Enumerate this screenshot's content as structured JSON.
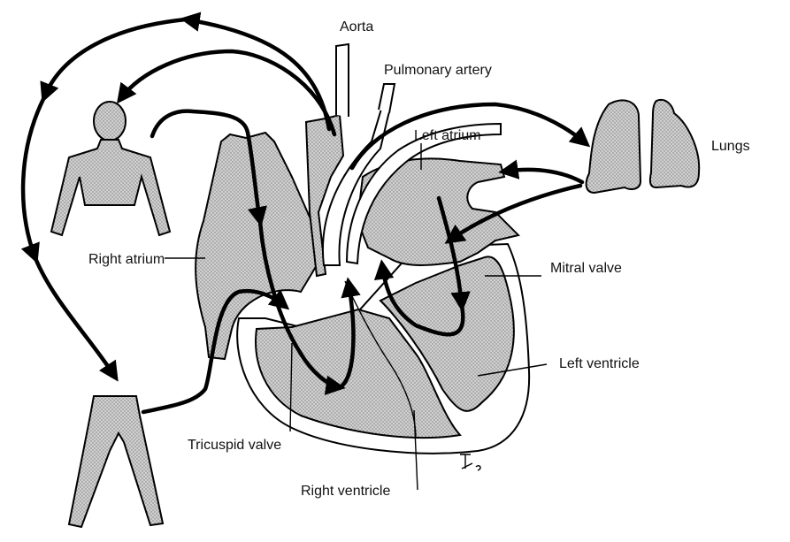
{
  "labels": {
    "aorta": "Aorta",
    "pulmonary_artery": "Pulmonary artery",
    "left_atrium": "Left atrium",
    "lungs": "Lungs",
    "right_atrium": "Right atrium",
    "mitral_valve": "Mitral valve",
    "left_ventricle": "Left ventricle",
    "tricuspid_valve": "Tricuspid valve",
    "right_ventricle": "Right ventricle"
  },
  "colors": {
    "tissue_fill": "#c8c8c8",
    "stroke": "#000000",
    "background": "#ffffff"
  }
}
